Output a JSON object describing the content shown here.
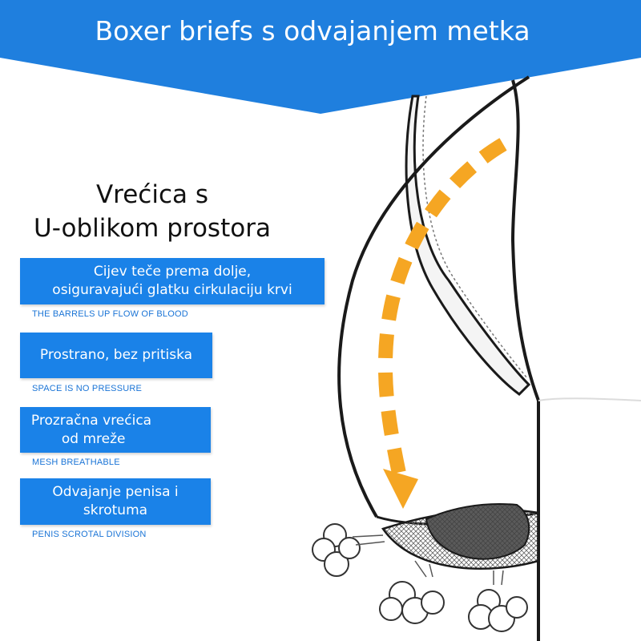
{
  "banner": {
    "title": "Boxer briefs s odvajanjem metka",
    "color": "#1f7fde"
  },
  "heading": {
    "line1": "Vrećica s",
    "line2": "U-oblikom prostora"
  },
  "features": [
    {
      "title_line1": "Cijev teče prema dolje,",
      "title_line2": "osiguravajući glatku cirkulaciju krvi",
      "caption": "THE BARRELS UP FLOW OF BLOOD"
    },
    {
      "title_line1": "Prostrano, bez pritiska",
      "caption": "SPACE IS NO PRESSURE"
    },
    {
      "title_line1": "Prozračna vrećica",
      "title_line2": "od mreže",
      "caption": "MESH BREATHABLE"
    },
    {
      "title_line1": "Odvajanje penisa i",
      "title_line2": "skrotuma",
      "caption": "PENIS SCROTAL DIVISION"
    }
  ],
  "colors": {
    "accent_blue": "#1a82e8",
    "caption_blue": "#1a74d6",
    "arrow_orange": "#f5a623",
    "mesh_dark": "#5b5b5b"
  },
  "icons": [
    "down-arrow-dashed-icon",
    "air-puff-icon"
  ]
}
